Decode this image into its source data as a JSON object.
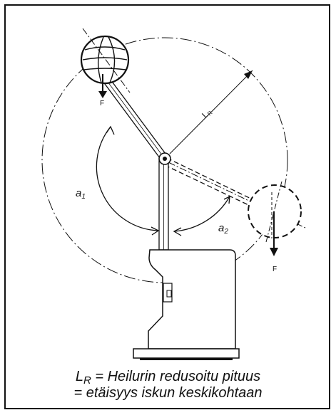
{
  "diagram": {
    "labels": {
      "force_top": "F",
      "force_bottom": "F",
      "length": "L",
      "length_sub": "R",
      "alpha1": "a",
      "alpha1_sub": "1",
      "alpha2": "a",
      "alpha2_sub": "2"
    }
  },
  "caption": {
    "line1_symbol": "L",
    "line1_sub": "R",
    "line1_text": " = Heilurin redusoitu pituus",
    "line2": "= etäisyys iskun keskikohtaan"
  },
  "colors": {
    "stroke": "#111111",
    "background": "#ffffff"
  }
}
